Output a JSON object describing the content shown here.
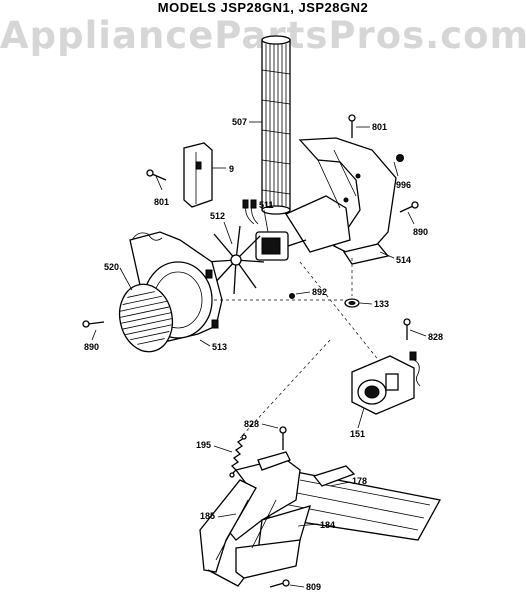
{
  "header": {
    "models": "MODELS JSP28GN1, JSP28GN2"
  },
  "watermark": "AppliancePartsPros.com",
  "parts": {
    "p507": "507",
    "p801a": "801",
    "p801b": "801",
    "p9": "9",
    "p996": "996",
    "p512": "512",
    "p511": "511",
    "p890a": "890",
    "p890b": "890",
    "p514": "514",
    "p520": "520",
    "p892": "892",
    "p133": "133",
    "p513": "513",
    "p828a": "828",
    "p828b": "828",
    "p151": "151",
    "p195": "195",
    "p178": "178",
    "p185": "185",
    "p184": "184",
    "p809": "809"
  }
}
